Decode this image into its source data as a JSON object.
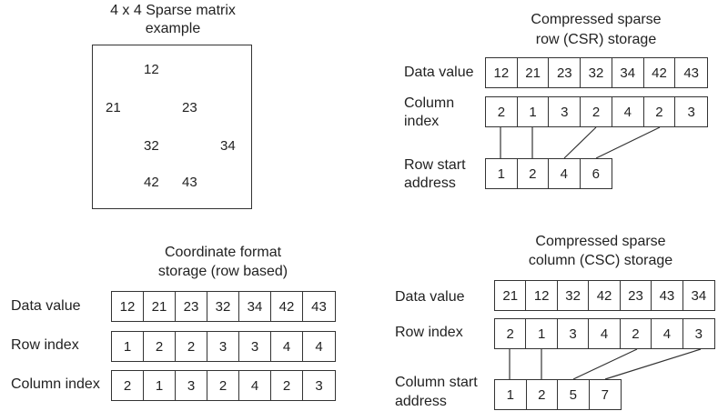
{
  "matrix": {
    "title_line1": "4 x 4 Sparse matrix",
    "title_line2": "example",
    "cells": [
      {
        "row": 0,
        "col": 1,
        "value": "12"
      },
      {
        "row": 1,
        "col": 0,
        "value": "21"
      },
      {
        "row": 1,
        "col": 2,
        "value": "23"
      },
      {
        "row": 2,
        "col": 1,
        "value": "32"
      },
      {
        "row": 2,
        "col": 3,
        "value": "34"
      },
      {
        "row": 3,
        "col": 1,
        "value": "42"
      },
      {
        "row": 3,
        "col": 2,
        "value": "43"
      }
    ]
  },
  "csr": {
    "title_line1": "Compressed sparse",
    "title_line2": "row (CSR) storage",
    "data_label": "Data value",
    "col_label_line1": "Column",
    "col_label_line2": "index",
    "rowstart_label_line1": "Row start",
    "rowstart_label_line2": "address",
    "data": [
      "12",
      "21",
      "23",
      "32",
      "34",
      "42",
      "43"
    ],
    "col_index": [
      "2",
      "1",
      "3",
      "2",
      "4",
      "2",
      "3"
    ],
    "row_start": [
      "1",
      "2",
      "4",
      "6"
    ]
  },
  "coo": {
    "title_line1": "Coordinate format",
    "title_line2": "storage (row based)",
    "data_label": "Data value",
    "row_label": "Row index",
    "col_label": "Column index",
    "data": [
      "12",
      "21",
      "23",
      "32",
      "34",
      "42",
      "43"
    ],
    "row_index": [
      "1",
      "2",
      "2",
      "3",
      "3",
      "4",
      "4"
    ],
    "col_index": [
      "2",
      "1",
      "3",
      "2",
      "4",
      "2",
      "3"
    ]
  },
  "csc": {
    "title_line1": "Compressed sparse",
    "title_line2": "column (CSC) storage",
    "data_label": "Data value",
    "row_label": "Row index",
    "colstart_label_line1": "Column start",
    "colstart_label_line2": "address",
    "data": [
      "21",
      "12",
      "32",
      "42",
      "23",
      "43",
      "34"
    ],
    "row_index": [
      "2",
      "1",
      "3",
      "4",
      "2",
      "4",
      "3"
    ],
    "col_start": [
      "1",
      "2",
      "5",
      "7"
    ]
  }
}
